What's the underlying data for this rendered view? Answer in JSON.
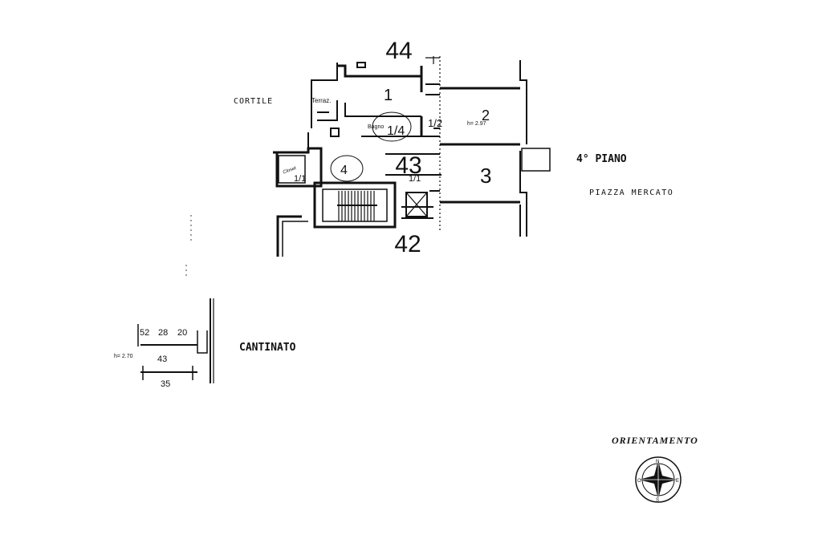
{
  "floor_plan": {
    "labels": {
      "courtyard": "CORTILE",
      "terrace": "Terraz.",
      "floor": "4° PIANO",
      "square": "PIAZZA MERCATO",
      "basement": "CANTINATO",
      "orientation": "ORIENTAMENTO",
      "bathroom": "Bagno",
      "height_main": "h= 2.97",
      "height_cellar": "h= 2.70",
      "closet": "Closet"
    },
    "lot_numbers": {
      "top": "44",
      "middle": "43",
      "bottom": "42"
    },
    "room_numbers": {
      "r1": "1",
      "r2": "2",
      "r3": "3",
      "r4": "4",
      "r4_bath": "1/4",
      "r1_2": "1/2",
      "closet_frac": "1/1",
      "corr_frac": "1/1"
    },
    "cellar_numbers": [
      "52",
      "28",
      "20",
      "43",
      "35"
    ],
    "compass": {
      "north": "N",
      "south": "S",
      "east": "E",
      "west": "O"
    }
  }
}
